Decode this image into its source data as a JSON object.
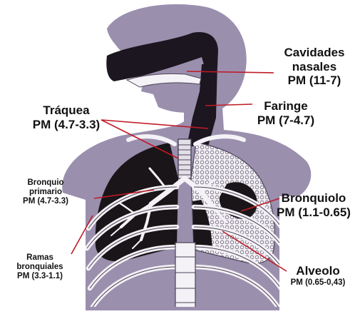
{
  "colors": {
    "silhouette": "#9b8fae",
    "airway_dark": "#1c1620",
    "lung_dark": "#1a1518",
    "alveoli": "#e9e6ee",
    "bone": "#f4f2f6",
    "bone_outline": "#4c4456",
    "leader_line": "#c01a25"
  },
  "labels": {
    "cavidades": {
      "line1": "Cavidades",
      "line2": "nasales",
      "pm": "PM (11-7)"
    },
    "traquea": {
      "name": "Tráquea",
      "pm": "PM (4.7-3.3)"
    },
    "faringe": {
      "name": "Faringe",
      "pm": "PM (7-4.7)"
    },
    "bronquio": {
      "line1": "Bronquio",
      "line2": "primario",
      "pm": "PM (4.7-3.3)"
    },
    "bronquiolo": {
      "name": "Bronquiolo",
      "pm": "PM (1.1-0.65)"
    },
    "ramas": {
      "line1": "Ramas",
      "line2": "bronquiales",
      "pm": "PM (3.3-1.1)"
    },
    "alveolo": {
      "name": "Alveolo",
      "pm": "PM (0.65-0,43)"
    }
  },
  "icons": [
    "head-silhouette",
    "torso-silhouette",
    "airway",
    "lung-left",
    "lung-right",
    "rib-cage",
    "bronchial-tree"
  ]
}
